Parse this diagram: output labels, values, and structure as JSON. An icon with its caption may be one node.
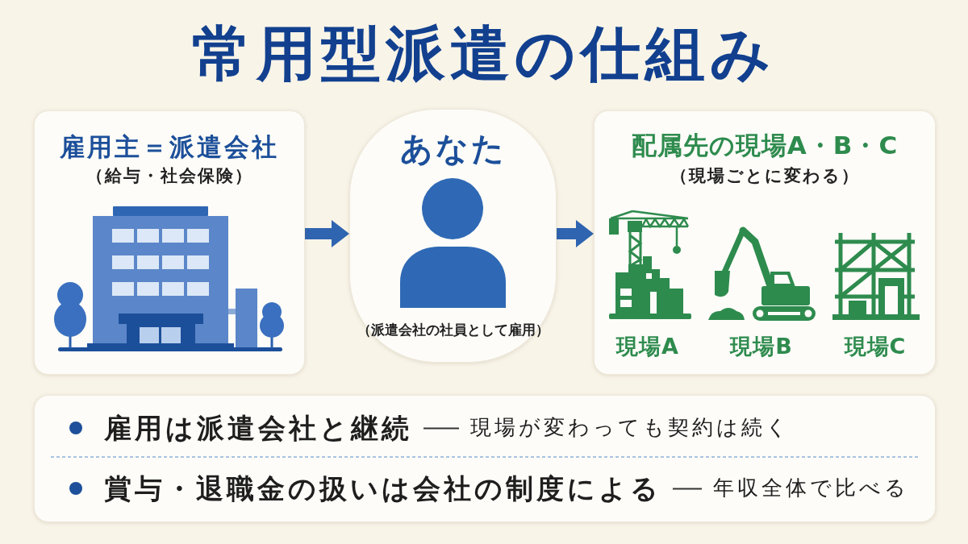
{
  "diagram": {
    "title": "常用型派遣の仕組み",
    "nodes": [
      {
        "text": [
          "雇用主＝派遣会社",
          "（給与・社会保険）"
        ]
      },
      {
        "text": [
          "あなた",
          "（派遣会社の社員として雇用）"
        ]
      },
      {
        "text": [
          "配属先の現場A・B・C",
          "（現場ごとに変わる）"
        ]
      },
      {
        "text": [
          "雇用は派遣会社と継続",
          "現場が変わっても契約は続く",
          "賞与・退職金の扱いは会社の制度による",
          "年収全体で比べる"
        ]
      }
    ],
    "edges": [
      {
        "from": 0,
        "to": 1,
        "arrow": "to"
      },
      {
        "from": 1,
        "to": 2,
        "arrow": "to"
      }
    ],
    "labels": [
      "現場A",
      "現場B",
      "現場C"
    ]
  }
}
